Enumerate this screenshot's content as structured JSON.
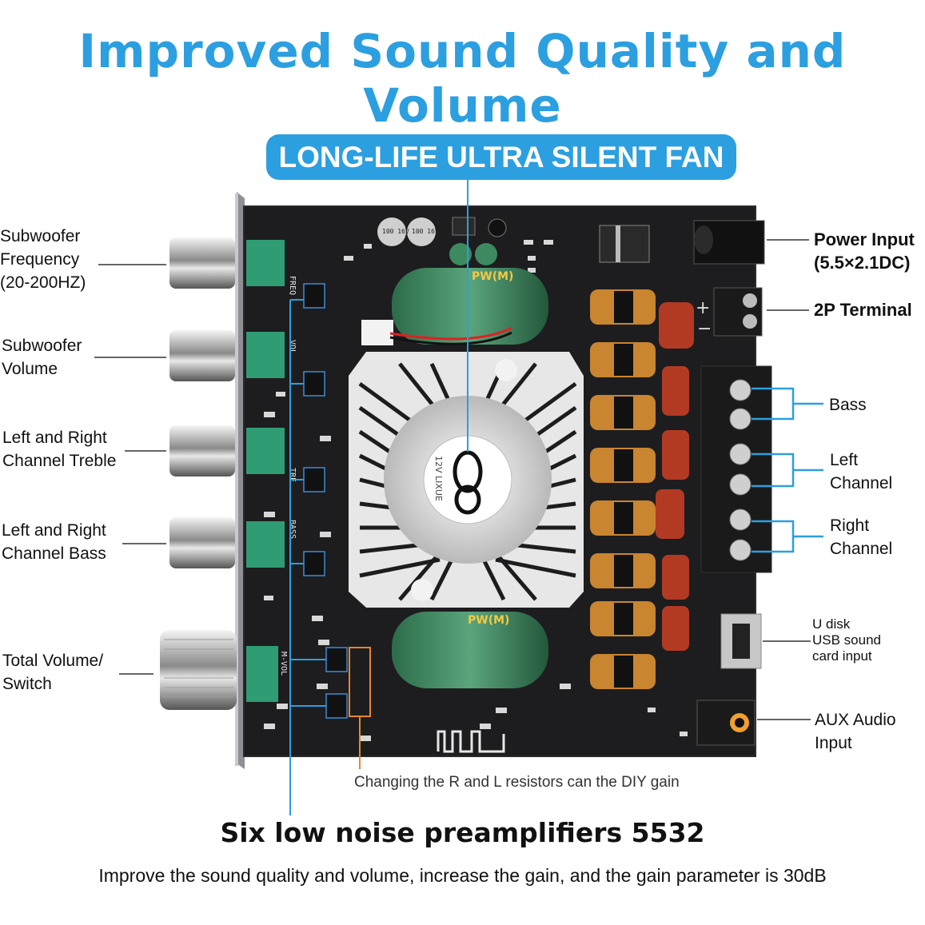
{
  "title": "Improved Sound Quality and Volume",
  "fan_label": "LONG-LIFE ULTRA SILENT FAN",
  "left_labels": [
    {
      "lines": [
        "Subwoofer",
        "Frequency",
        "(20-200HZ)"
      ]
    },
    {
      "lines": [
        "Subwoofer",
        "Volume"
      ]
    },
    {
      "lines": [
        "Left and Right",
        "Channel Treble"
      ]
    },
    {
      "lines": [
        "Left and Right",
        "Channel Bass"
      ]
    },
    {
      "lines": [
        "Total Volume/",
        "Switch"
      ]
    }
  ],
  "right_labels": {
    "power_input": [
      "Power Input",
      "(5.5×2.1DC)"
    ],
    "terminal": "2P Terminal",
    "bass": "Bass",
    "left_channel": [
      "Left",
      "Channel"
    ],
    "right_channel": [
      "Right",
      "Channel"
    ],
    "usb": [
      "U disk",
      "USB sound",
      "card input"
    ],
    "aux": [
      "AUX Audio",
      "Input"
    ]
  },
  "gain_note": "Changing the R and L resistors can the DIY gain",
  "preamp_title": "Six low noise preamplifiers 5532",
  "preamp_desc": "Improve the sound quality and volume, increase the gain, and the gain parameter is 30dB",
  "board_markings": {
    "fan_text": "12V LIXUE",
    "cap_text": "PW(M)",
    "cap_small": "100 16V",
    "knob_labels": [
      "FREQ",
      "VOL",
      "TRE",
      "BASS",
      "M-VOL"
    ],
    "terminal_plus": "+",
    "terminal_minus": "−"
  },
  "colors": {
    "accent": "#2c9fe0",
    "board": "#1d1d1f",
    "orange_line": "#e8862a",
    "knob_green": "#2f9c74",
    "capacitor": "#3d8a60"
  }
}
